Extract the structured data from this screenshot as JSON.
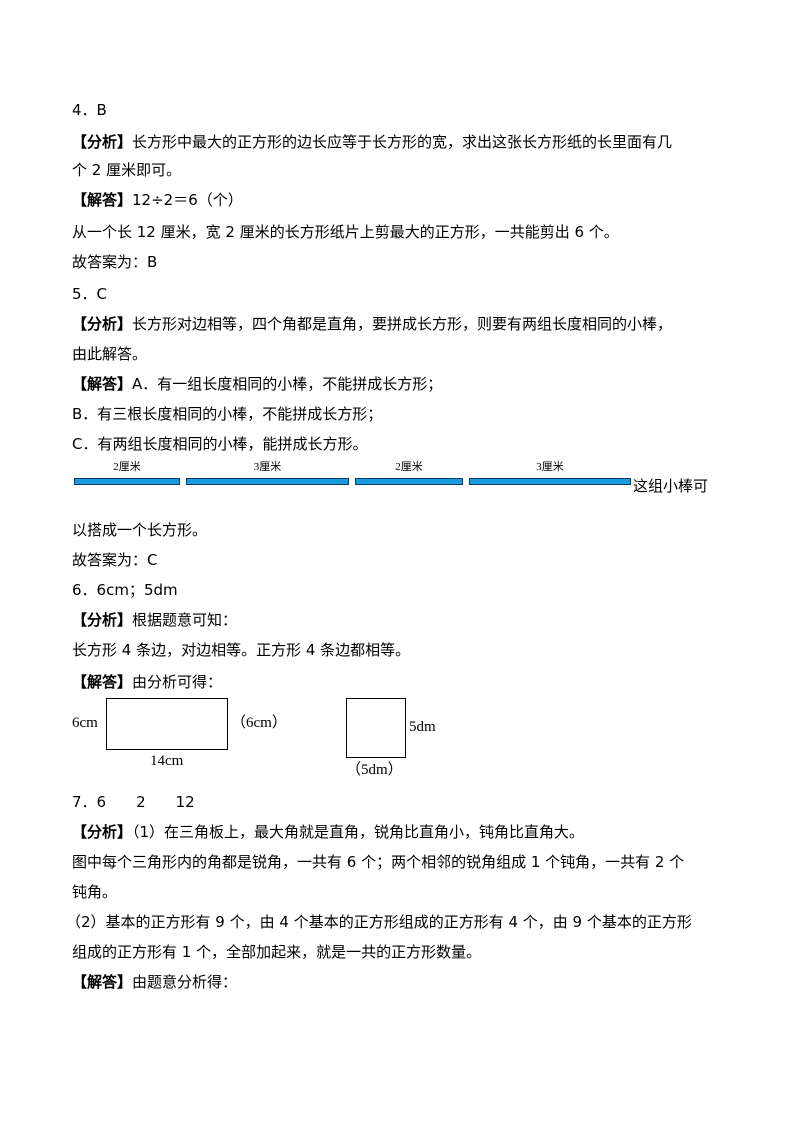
{
  "q4": {
    "head": "4．B",
    "analysis_tag": "【分析】",
    "analysis_1": "长方形中最大的正方形的边长应等于长方形的宽，求出这张长方形纸的长里面有几",
    "analysis_2": "个 2 厘米即可。",
    "answer_tag": "【解答】",
    "answer_1": "12÷2＝6（个）",
    "answer_2": "从一个长 12 厘米，宽 2 厘米的长方形纸片上剪最大的正方形，一共能剪出 6 个。",
    "conclusion": "故答案为：B"
  },
  "q5": {
    "head": "5．C",
    "analysis_tag": "【分析】",
    "analysis_1": "长方形对边相等，四个角都是直角，要拼成长方形，则要有两组长度相同的小棒，",
    "analysis_2": "由此解答。",
    "answer_tag": "【解答】",
    "option_a": "A．有一组长度相同的小棒，不能拼成长方形；",
    "option_b": "B．有三根长度相同的小棒，不能拼成长方形；",
    "option_c": "C．有两组长度相同的小棒，能拼成长方形。",
    "sticks": [
      {
        "label": "2厘米"
      },
      {
        "label": "3厘米"
      },
      {
        "label": "2厘米"
      },
      {
        "label": "3厘米"
      }
    ],
    "sticks_tail": "这组小棒可",
    "sticks_tail_2": "以搭成一个长方形。",
    "conclusion": "故答案为：C"
  },
  "q6": {
    "head": "6．6cm；5dm",
    "analysis_tag": "【分析】",
    "analysis_1": "根据题意可知：",
    "analysis_2": "长方形 4 条边，对边相等。正方形 4 条边都相等。",
    "answer_tag": "【解答】",
    "answer_1": "由分析可得：",
    "rect_left": "6cm",
    "rect_right": "（6cm）",
    "rect_bottom": "14cm",
    "square_right": "5dm",
    "square_bottom": "（5dm）"
  },
  "q7": {
    "head": "7．6　　2　　12",
    "analysis_tag": "【分析】",
    "analysis_1": "（1）在三角板上，最大角就是直角，锐角比直角小，钝角比直角大。",
    "analysis_2": "图中每个三角形内的角都是锐角，一共有 6 个；两个相邻的锐角组成 1 个钝角，一共有 2 个",
    "analysis_3": "钝角。",
    "analysis_4": "（2）基本的正方形有 9 个，由 4 个基本的正方形组成的正方形有 4 个，由 9 个基本的正方形",
    "analysis_5": "组成的正方形有 1 个，全部加起来，就是一共的正方形数量。",
    "answer_tag": "【解答】",
    "answer_1": "由题意分析得："
  }
}
